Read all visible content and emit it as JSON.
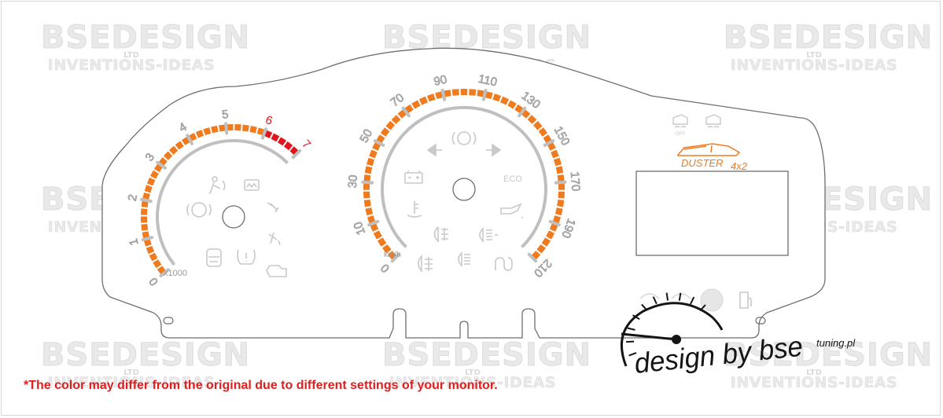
{
  "watermark": {
    "title": "BSEDESIGN",
    "mid": "LTD",
    "bottom": "INVENTIONS-IDEAS"
  },
  "disclaimer": "*The color may differ from the original due to different settings of your monitor.",
  "tach": {
    "labels": [
      "0",
      "1",
      "2",
      "3",
      "4",
      "5",
      "6",
      "7"
    ],
    "red_from": 6,
    "unit": "x1000"
  },
  "speed": {
    "labels": [
      "0",
      "10",
      "30",
      "50",
      "70",
      "90",
      "110",
      "130",
      "150",
      "170",
      "190",
      "210"
    ],
    "unit": "km/h"
  },
  "badge": {
    "text": "DUSTER",
    "suffix": "4x2",
    "off_label": "OFF"
  },
  "warning_labels": {
    "eco": "ECO"
  },
  "signature": {
    "main": "design by bse",
    "small": "tuning.pl"
  },
  "colors": {
    "orange": "#f07a1e",
    "red": "#e2141e",
    "grey": "#bfbfbf",
    "outline": "#6e6e6e",
    "disclaimer": "#e21d1d",
    "badge": "#f07a1e"
  }
}
